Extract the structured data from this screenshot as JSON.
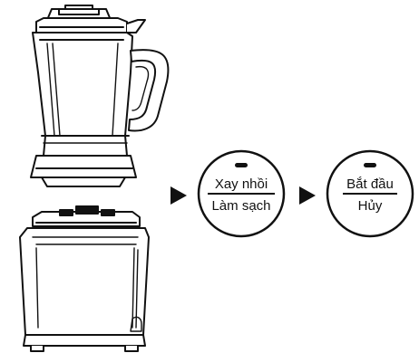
{
  "colors": {
    "line": "#111111",
    "fill": "#ffffff"
  },
  "step1_button": {
    "top_label": "Xay nhồi",
    "bottom_label": "Làm sạch",
    "indicator": "led-dot"
  },
  "step2_button": {
    "top_label": "Bắt đầu",
    "bottom_label": "Hủy",
    "indicator": "led-dot"
  },
  "arrows": [
    "right-triangle-arrow",
    "right-triangle-arrow"
  ],
  "illustrations": [
    "blender-jug-icon",
    "blender-base-icon"
  ]
}
